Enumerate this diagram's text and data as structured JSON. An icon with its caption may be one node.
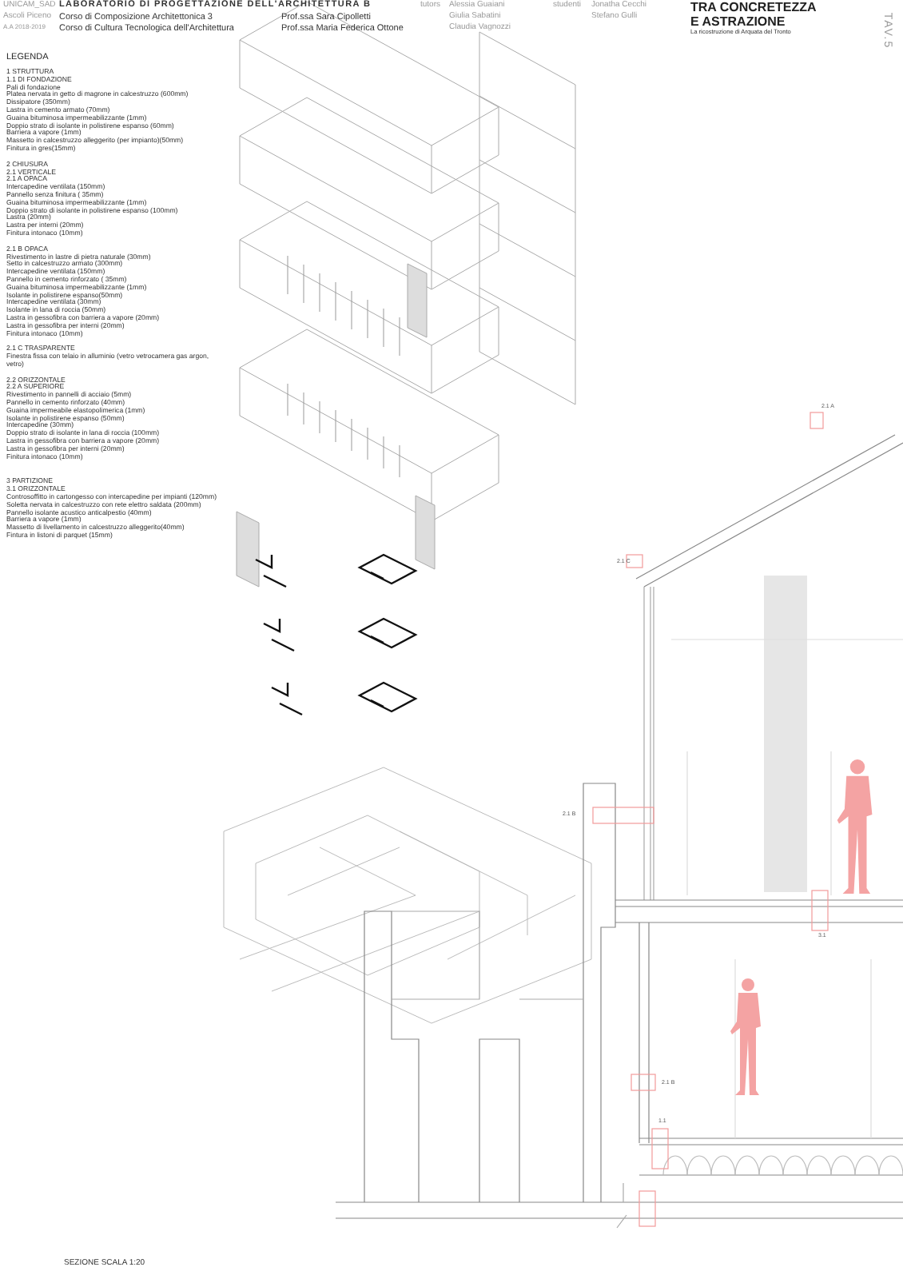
{
  "diagram": {
    "title": "TRA CONCRETEZZA E ASTRAZIONE",
    "labels": [
      "UNICAM_SAD",
      "Ascoli Piceno",
      "A.A 2018-2019",
      "LABORATORIO DI PROGETTAZIONE DELL'ARCHITETTURA B",
      "Corso di Composizione Architettonica 3",
      "Corso di Cultura Tecnologica dell'Architettura",
      "Prof.ssa Sara Cipolletti",
      "Prof.ssa Maria Federica Ottone",
      "tutors",
      "Alessia Guaiani",
      "Giulia Sabatini",
      "Claudia Vagnozzi",
      "studenti",
      "Jonatha Cecchi",
      "Stefano Gulli",
      "La ricostruzione di Arquata del Tronto",
      "TAV.5",
      "LEGENDA",
      "1 STRUTTURA",
      "1.1 DI FONDAZIONE",
      "Pali di fondazione",
      "Platea nervata in getto di magrone in calcestruzzo (600mm)",
      "Dissipatore (350mm)",
      "Lastra in cemento armato (70mm)",
      "Guaina bituminosa impermeabilizzante (1mm)",
      "Doppio strato di isolante in polistirene espanso (60mm)",
      "Barriera a vapore (1mm)",
      "Massetto in calcestruzzo alleggerito (per impianto)(50mm)",
      "Finitura in gres(15mm)",
      "2 CHIUSURA",
      "2.1 VERTICALE",
      "2.1 A OPACA",
      "Intercapedine ventilata (150mm)",
      "Pannello senza finitura ( 35mm)",
      "Guaina bituminosa impermeabilizzante (1mm)",
      "Doppio strato di isolante in polistirene espanso (100mm)",
      "Lastra (20mm)",
      "Lastra per interni (20mm)",
      "Finitura intonaco (10mm)",
      "2.1 B OPACA",
      "Rivestimento in lastre di pietra naturale (30mm)",
      "Setto in calcestruzzo armato (300mm)",
      "Intercapedine ventilata (150mm)",
      "Pannello in cemento rinforzato ( 35mm)",
      "Guaina bituminosa impermeabilizzante (1mm)",
      "Isolante in polistirene espanso(50mm)",
      "Intercapedine ventilata (30mm)",
      "Isolante in lana di roccia (50mm)",
      "Lastra in gessofibra con barriera a vapore (20mm)",
      "Lastra in gessofibra per interni (20mm)",
      "Finitura intonaco (10mm)",
      "2.1 C TRASPARENTE",
      "Finestra fissa con telaio in alluminio (vetro vetrocamera gas argon, vetro)",
      "2.2 ORIZZONTALE",
      "2.2 A SUPERIORE",
      "Rivestimento in pannelli di acciaio (5mm)",
      "Pannello in cemento rinforzato (40mm)",
      "Guaina impermeabile elastopolimerica (1mm)",
      "Isolante in polistirene espanso (50mm)",
      "Intercapedine (30mm)",
      "Doppio strato di isolante in lana di roccia (100mm)",
      "Lastra in gessofibra con barriera a vapore (20mm)",
      "Lastra in gessofibra per interni (20mm)",
      "Finitura intonaco (10mm)",
      "3 PARTIZIONE",
      "3.1 ORIZZONTALE",
      "Controsoffitto in cartongesso con intercapedine per impianti (120mm)",
      "Soletta nervata in calcestruzzo con rete elettro saldata (200mm)",
      "Pannello isolante acustico anticalpestio (40mm)",
      "Barriera a vapore (1mm)",
      "Massetto di livellamento in calcestruzzo alleggerito(40mm)",
      "Fintura in listoni di parquet (15mm)",
      "2.1 A",
      "2.1 C",
      "2.1 B",
      "3.1",
      "2.1 B",
      "1.1",
      "SEZIONE SCALA 1:20"
    ]
  }
}
